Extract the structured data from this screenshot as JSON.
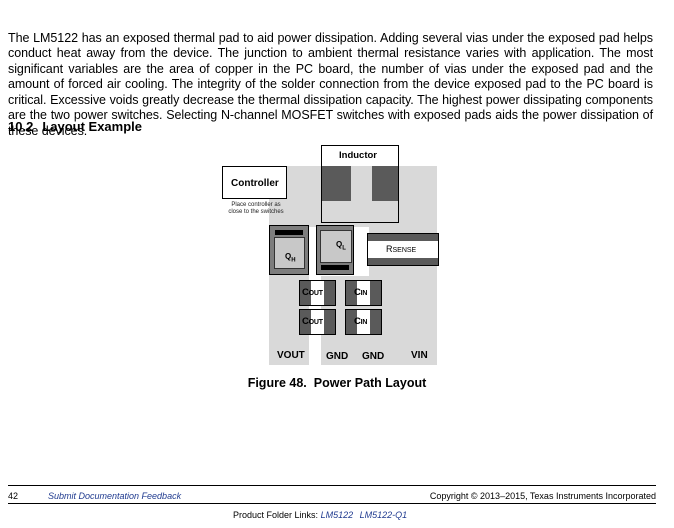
{
  "body_text": "The LM5122 has an exposed thermal pad to aid power dissipation. Adding several vias under the exposed pad helps conduct heat away from the device. The junction to ambient thermal resistance varies with application. The most significant variables are the area of copper in the PC board, the number of vias under the exposed pad and the amount of forced air cooling. The integrity of the solder connection from the device exposed pad to the PC board is critical. Excessive voids greatly decrease the thermal dissipation capacity. The highest power dissipating components are the two power switches. Selecting N-channel MOSFET switches with exposed pads aids the power dissipation of these devices.",
  "section": {
    "number": "10.2",
    "title": "Layout Example"
  },
  "figure": {
    "inductor_label": "Inductor",
    "controller_label": "Controller",
    "controller_note_line1": "Place controller as",
    "controller_note_line2": "close to the switches",
    "qh_main": "Q",
    "qh_sub": "H",
    "ql_main": "Q",
    "ql_sub": "L",
    "rsense_main": "R",
    "rsense_sub": "SENSE",
    "cout_main": "C",
    "cout_sub": "OUT",
    "cin_main": "C",
    "cin_sub": "IN",
    "vout_label": "VOUT",
    "gnd1_label": "GND",
    "gnd2_label": "GND",
    "vin_label": "VIN",
    "caption_number": "Figure 48.",
    "caption_title": "Power Path Layout"
  },
  "footer": {
    "page_number": "42",
    "feedback_link": "Submit Documentation Feedback",
    "copyright": "Copyright © 2013–2015, Texas Instruments Incorporated",
    "product_links_label": "Product Folder Links:",
    "product_link_1": "LM5122",
    "product_link_2": "LM5122-Q1"
  },
  "colors": {
    "copper_pad": "#d9d9d9",
    "component_dark": "#5a5a5a",
    "link_blue": "#1f3a8f"
  }
}
